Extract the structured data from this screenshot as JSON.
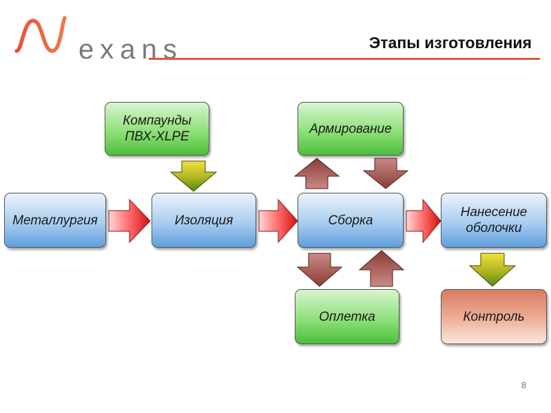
{
  "logo": {
    "text": "exans",
    "brand_color": "#e05a3c"
  },
  "header": {
    "title": "Этапы изготовления"
  },
  "nodes": {
    "metallurgy": "Металлургия",
    "insulation": "Изоляция",
    "assembly": "Сборка",
    "sheath_line1": "Нанесение",
    "sheath_line2": "оболочки",
    "compounds_line1": "Компаунды",
    "compounds_line2": "ПВХ-XLPE",
    "armoring": "Армирование",
    "braiding": "Оплетка",
    "control": "Контроль"
  },
  "colors": {
    "process_box": "#5e9edc",
    "input_box": "#4cbf3a",
    "control_box": "#d97b60",
    "flow_arrow": "#e02020",
    "feed_arrow": "#8a9a10",
    "exchange_arrow": "#9a4a44"
  },
  "footer": {
    "page_number": "8"
  }
}
